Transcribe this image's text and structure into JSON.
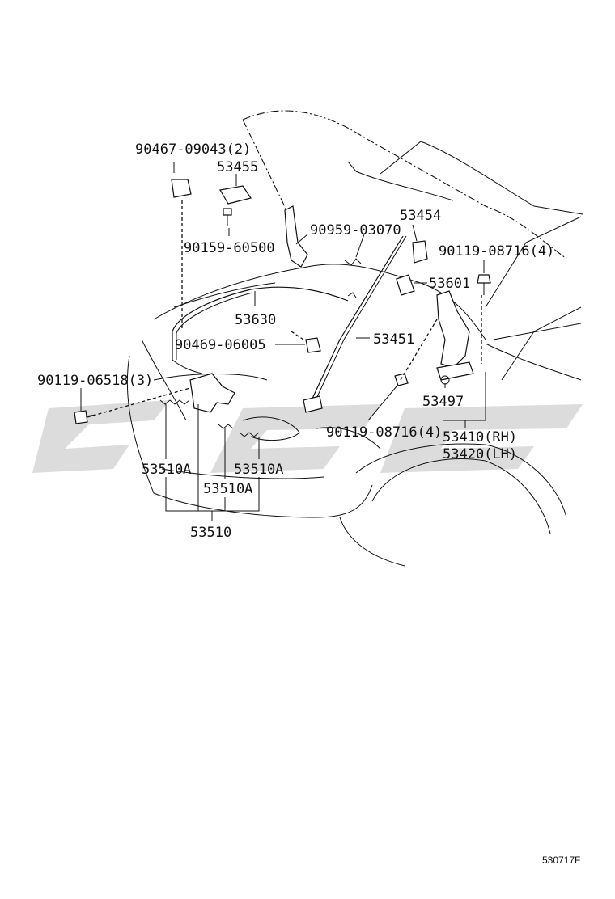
{
  "watermark": "CMS",
  "figure_code": "530717F",
  "labels": {
    "p90467": "90467-09043(2)",
    "p53455": "53455",
    "p90159": "90159-60500",
    "p90959": "90959-03070",
    "p53454": "53454",
    "p90119_08716_top": "90119-08716(4)",
    "p53601": "53601",
    "p53630": "53630",
    "p90469": "90469-06005",
    "p53451": "53451",
    "p90119_06518": "90119-06518(3)",
    "p53497": "53497",
    "p90119_08716_bottom": "90119-08716(4)",
    "p53410": "53410(RH)",
    "p53420": "53420(LH)",
    "p53510A_left": "53510A",
    "p53510A_right": "53510A",
    "p53510A_mid": "53510A",
    "p53510": "53510"
  }
}
